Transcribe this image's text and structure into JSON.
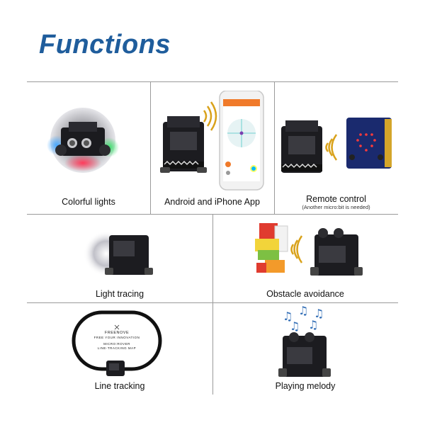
{
  "title": "Functions",
  "cells": {
    "colorful_lights": "Colorful lights",
    "app": "Android and iPhone App",
    "remote": "Remote control",
    "remote_note": "(Another micro:bit is needed)",
    "light_tracing": "Light tracing",
    "obstacle": "Obstacle avoidance",
    "line_tracking": "Line tracking",
    "melody": "Playing melody"
  },
  "map_text": {
    "brand": "FREENOVE",
    "slogan": "FREE YOUR INNOVATION",
    "product": "MICRO:ROVER",
    "map": "LINE-TRACKING MAP"
  },
  "colors": {
    "title": "#1f5d9c",
    "grid": "#9a9a9a",
    "wave": "#d9a21b",
    "microbit": "#1a2a6e"
  }
}
